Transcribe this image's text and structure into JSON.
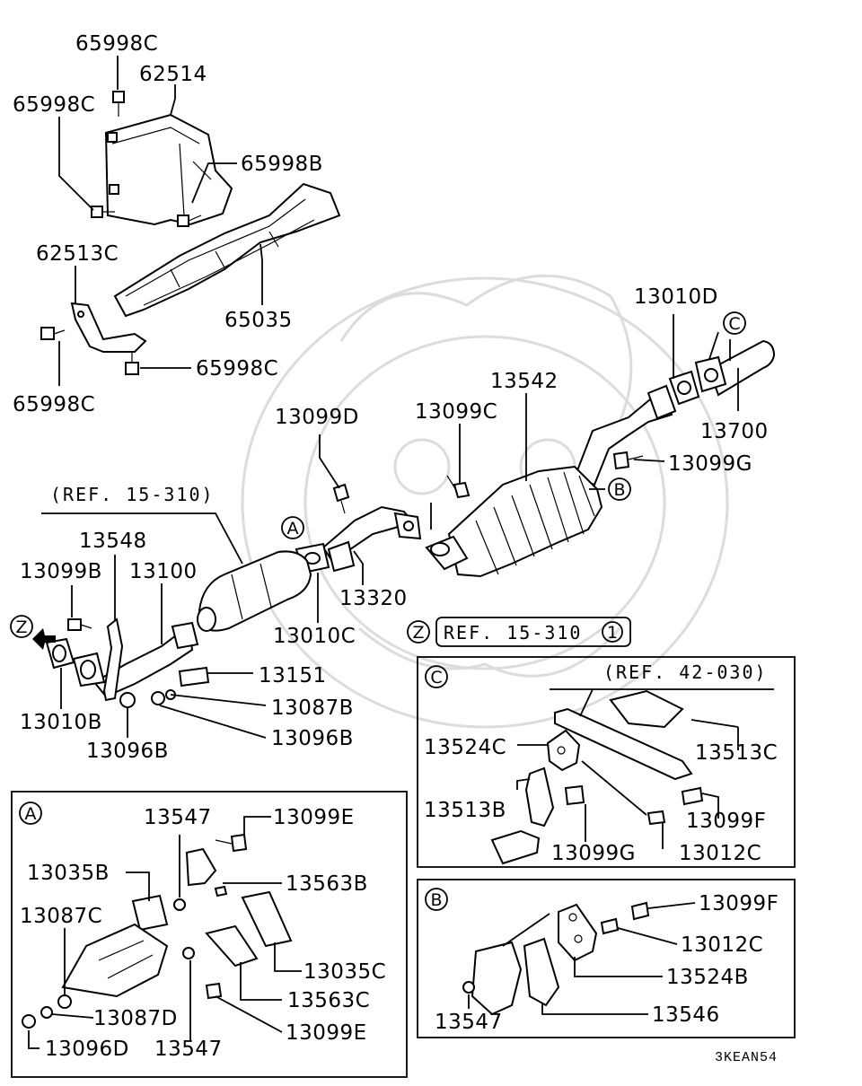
{
  "diagram_code": "3KEAN54",
  "top_labels": {
    "l_65998C_a": "65998C",
    "l_62514": "62514",
    "l_65998C_b": "65998C",
    "l_65998B": "65998B",
    "l_62513C": "62513C",
    "l_65035": "65035",
    "l_65998C_c": "65998C",
    "l_65998C_d": "65998C",
    "l_13010D": "13010D",
    "l_13542": "13542",
    "l_13099C": "13099C",
    "l_13099D": "13099D",
    "l_13700": "13700",
    "l_13099G_a": "13099G",
    "l_ref_15_310": "(REF. 15-310)",
    "l_13548": "13548",
    "l_13099B": "13099B",
    "l_13100": "13100",
    "l_13320": "13320",
    "l_13010C": "13010C",
    "l_13151": "13151",
    "l_13087B": "13087B",
    "l_13010B": "13010B",
    "l_13096B_a": "13096B",
    "l_13096B_b": "13096B",
    "l_z_ref": "REF. 15-310",
    "l_z_ref_num": "1"
  },
  "markers": {
    "A": "A",
    "B": "B",
    "C": "C",
    "Z": "Z"
  },
  "box_c": {
    "ref": "(REF. 42-030)",
    "l_13524C": "13524C",
    "l_13513C": "13513C",
    "l_13513B": "13513B",
    "l_13099F": "13099F",
    "l_13099G": "13099G",
    "l_13012C": "13012C"
  },
  "box_a": {
    "l_13547_a": "13547",
    "l_13099E_a": "13099E",
    "l_13035B": "13035B",
    "l_13563B": "13563B",
    "l_13087C": "13087C",
    "l_13035C": "13035C",
    "l_13563C": "13563C",
    "l_13087D": "13087D",
    "l_13099E_b": "13099E",
    "l_13096D": "13096D",
    "l_13547_b": "13547"
  },
  "box_b": {
    "l_13099F": "13099F",
    "l_13012C": "13012C",
    "l_13524B": "13524B",
    "l_13547": "13547",
    "l_13546": "13546"
  }
}
